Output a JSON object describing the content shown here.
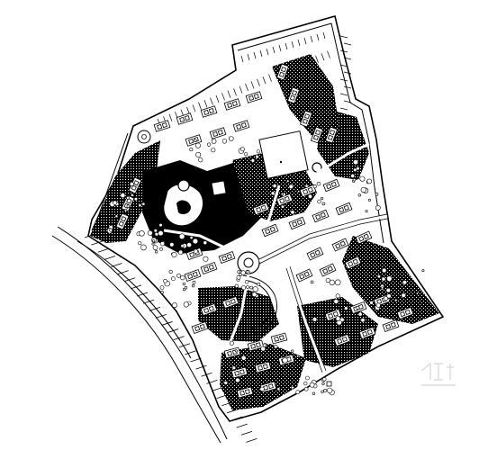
{
  "drawing": {
    "kind": "site-plan",
    "view": "top-down",
    "line_color": "#000000",
    "background_color": "#ffffff",
    "labels": [],
    "watermark": {
      "text": "",
      "style": "faint-gray-logo"
    }
  }
}
